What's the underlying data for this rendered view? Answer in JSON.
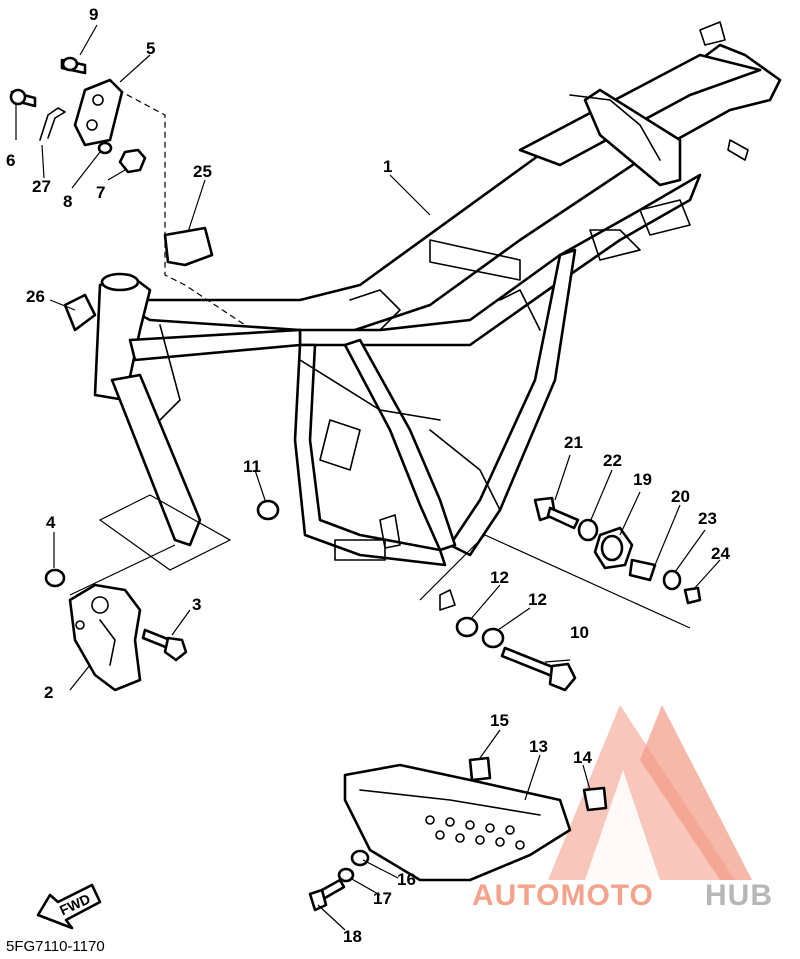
{
  "diagram": {
    "code": "5FG7110-1170",
    "direction_label": "FWD",
    "watermark": {
      "part1": "AUTOMOTO",
      "part2": "HUB"
    },
    "callouts": {
      "p1": "1",
      "p2": "2",
      "p3": "3",
      "p4": "4",
      "p5": "5",
      "p6": "6",
      "p7": "7",
      "p8": "8",
      "p9": "9",
      "p10": "10",
      "p11": "11",
      "p12a": "12",
      "p12b": "12",
      "p13": "13",
      "p14": "14",
      "p15": "15",
      "p16": "16",
      "p17": "17",
      "p18": "18",
      "p19": "19",
      "p20": "20",
      "p21": "21",
      "p22": "22",
      "p23": "23",
      "p24": "24",
      "p25": "25",
      "p26": "26",
      "p27": "27"
    },
    "colors": {
      "watermark_red": "#f4a28c",
      "watermark_grey": "#b7b7b7",
      "line": "#000000"
    }
  }
}
